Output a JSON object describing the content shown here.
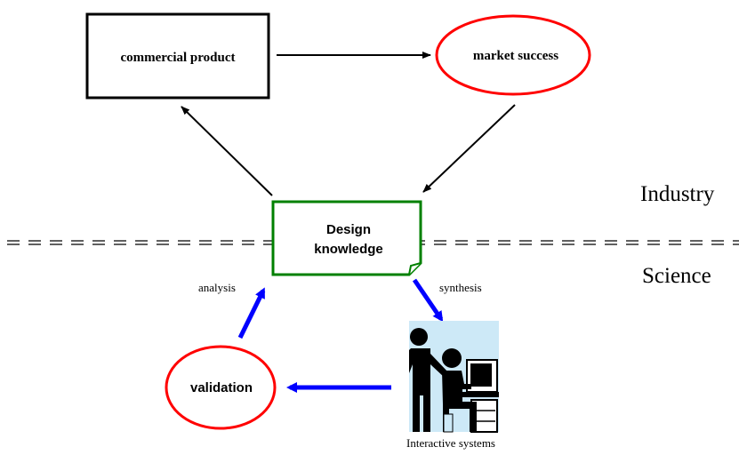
{
  "nodes": {
    "commercial_product": "commercial product",
    "market_success": "market success",
    "design_knowledge_line1": "Design",
    "design_knowledge_line2": "knowledge",
    "validation": "validation",
    "interactive_systems": "Interactive systems"
  },
  "edge_labels": {
    "analysis": "analysis",
    "synthesis": "synthesis"
  },
  "regions": {
    "industry": "Industry",
    "science": "Science"
  },
  "icons": {
    "interactive_systems_picture": "people-at-computer-icon"
  },
  "colors": {
    "black_arrow": "#000000",
    "blue_arrow": "#0000ff",
    "red_ellipse": "#ff0000",
    "green_note": "#008000",
    "sky_blue": "#cde9f7"
  }
}
